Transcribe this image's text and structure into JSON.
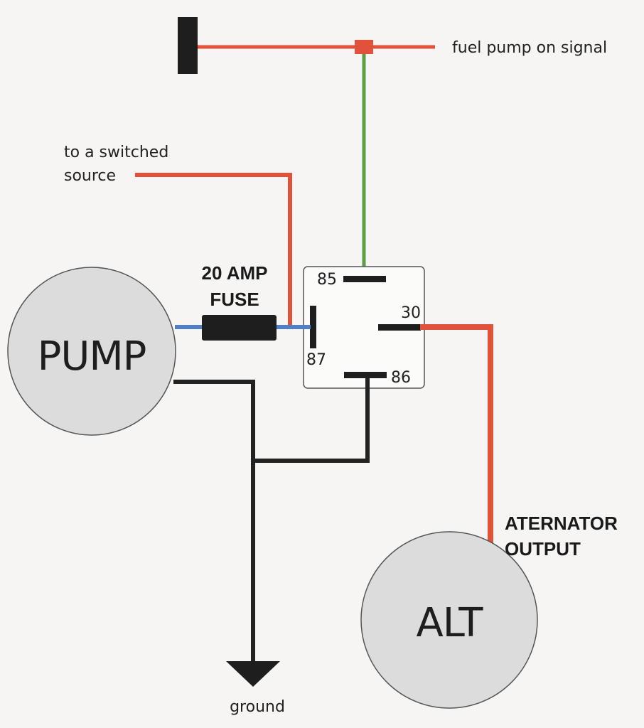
{
  "labels": {
    "fuel_pump_on_signal": "fuel pump on signal",
    "switched_source_line1": "to a switched",
    "switched_source_line2": "source",
    "fuse_line1": "20 AMP",
    "fuse_line2": "FUSE",
    "pump": "PUMP",
    "alt": "ALT",
    "alternator_output_line1": "ATERNATOR",
    "alternator_output_line2": "OUTPUT",
    "ground": "ground"
  },
  "relay_pins": {
    "pin85": "85",
    "pin30": "30",
    "pin87": "87",
    "pin86": "86"
  },
  "colors": {
    "red_wire": "#e2513a",
    "green_wire": "#5aa045",
    "blue_wire": "#4f7fc4",
    "black_wire": "#222222",
    "component_fill": "#dcdcdc",
    "background": "#f6f5f3"
  }
}
